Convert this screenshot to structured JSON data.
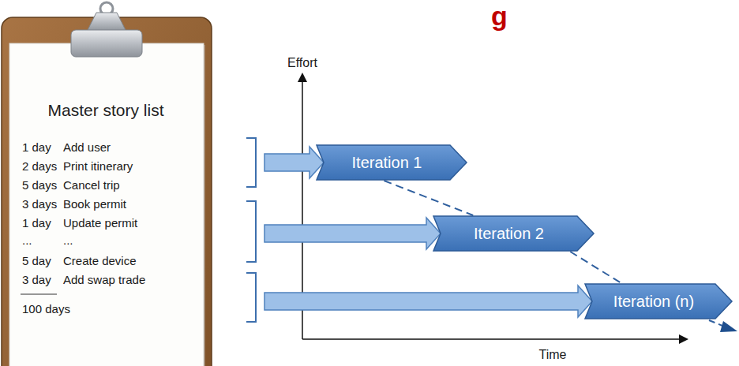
{
  "diagram": {
    "nodes": [
      {
        "text": [
          "Master story list"
        ]
      },
      {
        "text": [
          "Iteration 1"
        ]
      },
      {
        "text": [
          "Iteration 2"
        ]
      },
      {
        "text": [
          "Iteration (n)"
        ]
      }
    ],
    "edges": [
      {
        "from": 0,
        "to": 1,
        "arrow": "to"
      },
      {
        "from": 0,
        "to": 2,
        "arrow": "to"
      },
      {
        "from": 0,
        "to": 3,
        "arrow": "to"
      },
      {
        "from": 1,
        "to": 2,
        "arrow": "none"
      },
      {
        "from": 2,
        "to": 3,
        "arrow": "none"
      }
    ],
    "labels": [
      "g",
      "1 day",
      "Add user",
      "2 days",
      "Print itinerary",
      "5 days",
      "Cancel trip",
      "3 days",
      "Book permit",
      "1 day",
      "Update permit",
      "...",
      "...",
      "5 day",
      "Create device",
      "3 day",
      "Add swap trade",
      "100 days",
      "Effort",
      "Time"
    ]
  }
}
